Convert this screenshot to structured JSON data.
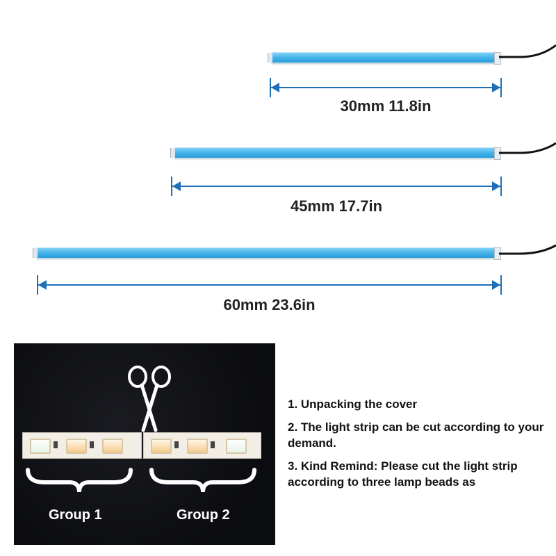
{
  "dimensions": [
    {
      "label": "30mm 11.8in"
    },
    {
      "label": "45mm 17.7in"
    },
    {
      "label": "60mm 23.6in"
    }
  ],
  "groups": [
    {
      "label": "Group 1"
    },
    {
      "label": "Group 2"
    }
  ],
  "instructions": [
    {
      "text": "1. Unpacking the cover"
    },
    {
      "text": "2. The light strip can be cut according to your demand."
    },
    {
      "text": "3. Kind Remind: Please cut the light strip according to three lamp beads as"
    }
  ],
  "colors": {
    "strip_blue": "#45b3ea",
    "arrow_blue": "#1e6fb8",
    "photo_background": "#0b0c10"
  }
}
